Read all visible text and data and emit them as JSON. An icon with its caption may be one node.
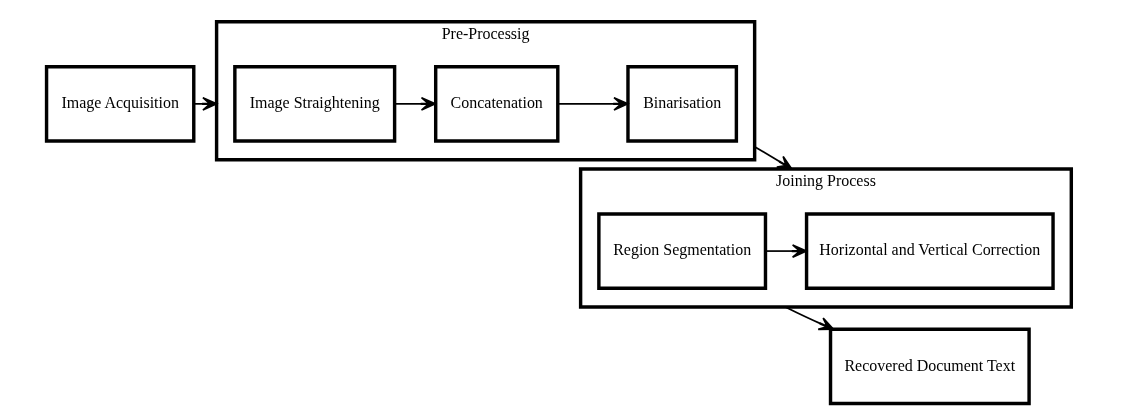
{
  "diagram": {
    "nodes": [
      {
        "text": [
          "Image Acquisition"
        ]
      },
      {
        "text": [
          "Pre-Processig"
        ]
      },
      {
        "text": [
          "Image Straightening"
        ],
        "in": 1
      },
      {
        "text": [
          "Concatenation"
        ],
        "in": 1
      },
      {
        "text": [
          "Binarisation"
        ],
        "in": 1
      },
      {
        "text": [
          "Joining Process"
        ]
      },
      {
        "text": [
          "Horizontal and Vertical Correction"
        ],
        "in": 5
      },
      {
        "text": [
          "Region Segmentation"
        ],
        "in": 5
      },
      {
        "text": [
          "Recovered Document Text"
        ]
      }
    ],
    "edges": [
      {
        "from": 0,
        "to": 1,
        "arrow": "to"
      },
      {
        "from": 2,
        "to": 3,
        "arrow": "to"
      },
      {
        "from": 3,
        "to": 4,
        "arrow": "to"
      },
      {
        "from": 1,
        "to": 5,
        "arrow": "to"
      },
      {
        "from": 7,
        "to": 6,
        "arrow": "to"
      },
      {
        "from": 5,
        "to": 8,
        "arrow": "to"
      }
    ]
  }
}
